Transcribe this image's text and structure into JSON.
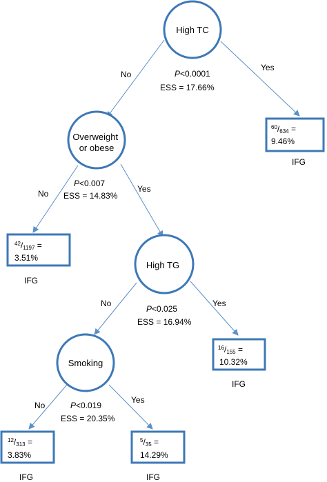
{
  "colors": {
    "node_stroke": "#3d78b6",
    "edge_stroke": "#5b8fc7",
    "leaf_stroke": "#3d78b6"
  },
  "nodes": {
    "high_tc": {
      "label_lines": [
        "High TC"
      ],
      "stat_p": "<0.0001",
      "stat_ess": "ESS = 17.66%"
    },
    "overweight": {
      "label_lines": [
        "Overweight",
        "or obese"
      ],
      "stat_p": "<0.007",
      "stat_ess": "ESS = 14.83%"
    },
    "high_tg": {
      "label_lines": [
        "High TG"
      ],
      "stat_p": "<0.025",
      "stat_ess": "ESS = 16.94%"
    },
    "smoking": {
      "label_lines": [
        "Smoking"
      ],
      "stat_p": "<0.019",
      "stat_ess": "ESS = 20.35%"
    }
  },
  "stat_p_letter": "P",
  "branches": {
    "no": "No",
    "yes": "Yes"
  },
  "leaves": {
    "tc_yes": {
      "numerator": "60",
      "denominator": "634",
      "eq": " =",
      "percent": "9.46%",
      "outcome": "IFG"
    },
    "ow_no": {
      "numerator": "42",
      "denominator": "1197",
      "eq": " =",
      "percent": "3.51%",
      "outcome": "IFG"
    },
    "tg_yes": {
      "numerator": "16",
      "denominator": "155",
      "eq": " =",
      "percent": "10.32%",
      "outcome": "IFG"
    },
    "sm_no": {
      "numerator": "12",
      "denominator": "313",
      "eq": " =",
      "percent": "3.83%",
      "outcome": "IFG"
    },
    "sm_yes": {
      "numerator": "5",
      "denominator": "35",
      "eq": " =",
      "percent": "14.29%",
      "outcome": "IFG"
    }
  }
}
